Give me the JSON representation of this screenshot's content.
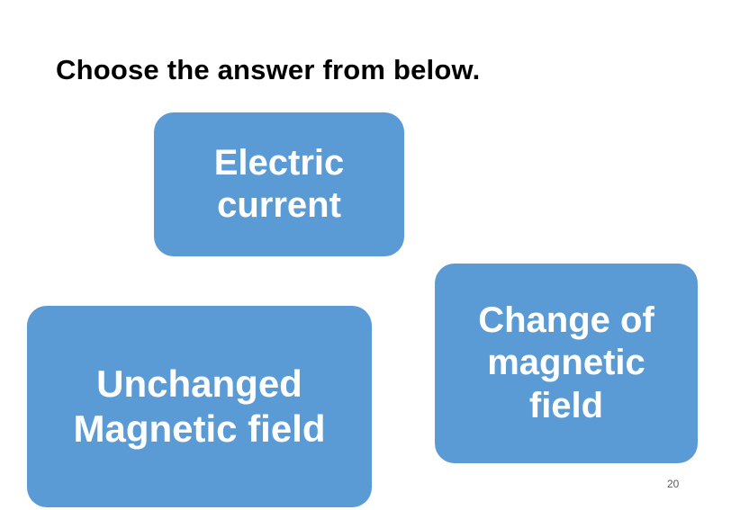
{
  "slide": {
    "title": "Choose the answer from below.",
    "page_number": "20",
    "accent_color": "#5b9bd5",
    "title_color": "#000000",
    "background_color": "#ffffff",
    "options": [
      {
        "id": "electric-current",
        "label": "Electric current"
      },
      {
        "id": "unchanged-magnetic-field",
        "label": "Unchanged Magnetic field"
      },
      {
        "id": "change-of-magnetic-field",
        "label": "Change of magnetic field"
      }
    ]
  }
}
